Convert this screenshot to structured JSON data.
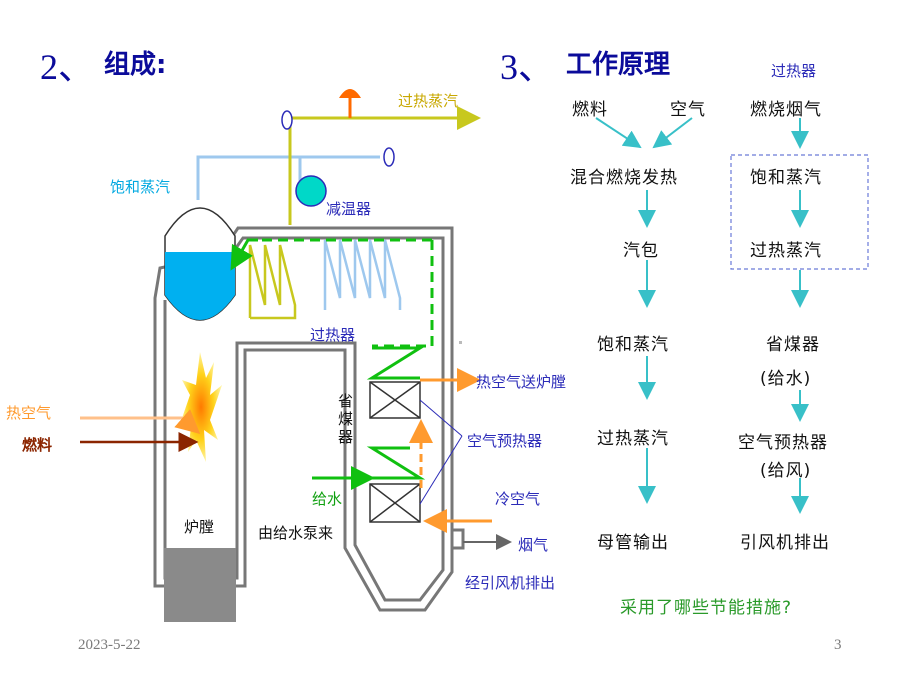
{
  "left_heading": {
    "number": "2、",
    "text": "组成:"
  },
  "right_heading": {
    "number": "3、",
    "text": "工作原理"
  },
  "diagram_labels": {
    "superheated_steam": "过热蒸汽",
    "saturated_steam": "饱和蒸汽",
    "desuperheater": "减温器",
    "superheater": "过热器",
    "hot_air_to_furnace": "热空气送炉膛",
    "economizer": "省煤器",
    "air_preheater": "空气预热器",
    "hot_air": "热空气",
    "fuel": "燃料",
    "feedwater": "给水",
    "cold_air": "冷空气",
    "flue_gas": "烟气",
    "furnace": "炉膛",
    "from_pump": "由给水泵来",
    "via_fan": "经引风机排出"
  },
  "flow": {
    "left_col": [
      "燃料",
      "空气",
      "混合燃烧发热",
      "汽包",
      "饱和蒸汽",
      "过热蒸汽",
      "母管输出"
    ],
    "right_col": [
      "燃烧烟气",
      "饱和蒸汽",
      "过热蒸汽",
      "省煤器",
      "(给水)",
      "空气预热器",
      "(给风)",
      "引风机排出"
    ],
    "box_title": "过热器",
    "question": "采用了哪些节能措施?"
  },
  "footer": {
    "date": "2023-5-22",
    "page": "3"
  },
  "colors": {
    "heading": "#0b0b9a",
    "water": "#00b0f0",
    "superheated": "#c8c81e",
    "saturated": "#9ec8ee",
    "feedwater": "#10c010",
    "air": "#ff9a2e",
    "fuel": "#8b2500",
    "arrow": "#38c0c8",
    "question": "#2a9a2a"
  }
}
